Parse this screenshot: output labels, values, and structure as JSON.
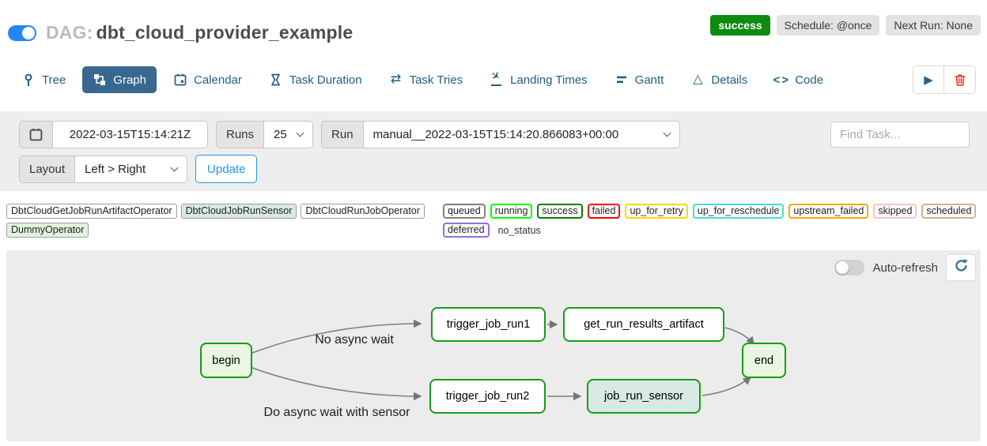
{
  "header": {
    "dag_prefix": "DAG:",
    "dag_name": "dbt_cloud_provider_example",
    "pause_toggle_state": "on",
    "status_badge": "success",
    "status_color": "#0f8b0f",
    "schedule_badge": "Schedule: @once",
    "next_run_badge": "Next Run: None"
  },
  "tabs": [
    {
      "label": "Tree",
      "icon": "tree-icon",
      "active": false
    },
    {
      "label": "Graph",
      "icon": "graph-icon",
      "active": true
    },
    {
      "label": "Calendar",
      "icon": "calendar-icon",
      "active": false
    },
    {
      "label": "Task Duration",
      "icon": "hourglass-icon",
      "active": false
    },
    {
      "label": "Task Tries",
      "icon": "repeat-icon",
      "active": false
    },
    {
      "label": "Landing Times",
      "icon": "plane-landing-icon",
      "active": false
    },
    {
      "label": "Gantt",
      "icon": "gantt-bars-icon",
      "active": false
    },
    {
      "label": "Details",
      "icon": "triangle-icon",
      "active": false
    },
    {
      "label": "Code",
      "icon": "code-icon",
      "active": false
    }
  ],
  "dag_actions": {
    "trigger_icon": "play-icon",
    "delete_icon": "trash-icon"
  },
  "filters": {
    "base_date": "2022-03-15T15:14:21Z",
    "runs_label": "Runs",
    "runs_value": "25",
    "run_label": "Run",
    "run_value": "manual__2022-03-15T15:14:20.866083+00:00",
    "find_task_placeholder": "Find Task...",
    "layout_label": "Layout",
    "layout_value": "Left > Right",
    "update_label": "Update"
  },
  "legend": {
    "operators": [
      {
        "label": "DbtCloudGetJobRunArtifactOperator",
        "bg": "#ffffff"
      },
      {
        "label": "DbtCloudJobRunSensor",
        "bg": "#d9e9e4"
      },
      {
        "label": "DbtCloudRunJobOperator",
        "bg": "#ffffff"
      },
      {
        "label": "DummyOperator",
        "bg": "#e2f3dc"
      }
    ],
    "statuses": [
      {
        "label": "queued",
        "border": "#808080"
      },
      {
        "label": "running",
        "border": "#00ff00"
      },
      {
        "label": "success",
        "border": "#008000"
      },
      {
        "label": "failed",
        "border": "#ff0000"
      },
      {
        "label": "up_for_retry",
        "border": "#ffd700"
      },
      {
        "label": "up_for_reschedule",
        "border": "#40e0d0"
      },
      {
        "label": "upstream_failed",
        "border": "#ffa500"
      },
      {
        "label": "skipped",
        "border": "#ffc0cb"
      },
      {
        "label": "scheduled",
        "border": "#d2b48c"
      },
      {
        "label": "deferred",
        "border": "#9370db"
      }
    ],
    "no_status_label": "no_status"
  },
  "graph": {
    "auto_refresh_label": "Auto-refresh",
    "auto_refresh_state": "off",
    "refresh_icon": "refresh-icon",
    "nodes": [
      {
        "id": "begin",
        "label": "begin",
        "fill": "#e8f6e2",
        "border": "#169e16",
        "state": "success"
      },
      {
        "id": "trigger_job_run1",
        "label": "trigger_job_run1",
        "fill": "#ffffff",
        "border": "#169e16",
        "state": "success"
      },
      {
        "id": "get_run_results_artifact",
        "label": "get_run_results_artifact",
        "fill": "#ffffff",
        "border": "#169e16",
        "state": "success"
      },
      {
        "id": "trigger_job_run2",
        "label": "trigger_job_run2",
        "fill": "#ffffff",
        "border": "#169e16",
        "state": "success"
      },
      {
        "id": "job_run_sensor",
        "label": "job_run_sensor",
        "fill": "#d9e9e4",
        "border": "#169e16",
        "state": "success"
      },
      {
        "id": "end",
        "label": "end",
        "fill": "#e8f6e2",
        "border": "#169e16",
        "state": "success"
      }
    ],
    "edges": [
      {
        "from": "begin",
        "to": "trigger_job_run1",
        "label": "No async wait"
      },
      {
        "from": "begin",
        "to": "trigger_job_run2",
        "label": "Do async wait with sensor"
      },
      {
        "from": "trigger_job_run1",
        "to": "get_run_results_artifact",
        "label": ""
      },
      {
        "from": "get_run_results_artifact",
        "to": "end",
        "label": ""
      },
      {
        "from": "trigger_job_run2",
        "to": "job_run_sensor",
        "label": ""
      },
      {
        "from": "job_run_sensor",
        "to": "end",
        "label": ""
      }
    ],
    "edge_labels": {
      "top": "No async wait",
      "bottom": "Do async wait with sensor"
    }
  },
  "colors": {
    "toggle_on": "#2286f5",
    "tab_active_bg": "#38678f",
    "tab_text": "#235e80",
    "update_accent": "#2196f3",
    "edge": "#7d7d7d",
    "panel_bg": "#ececec",
    "filter_bg": "#eeeeee",
    "trash_red": "#e23b26"
  }
}
